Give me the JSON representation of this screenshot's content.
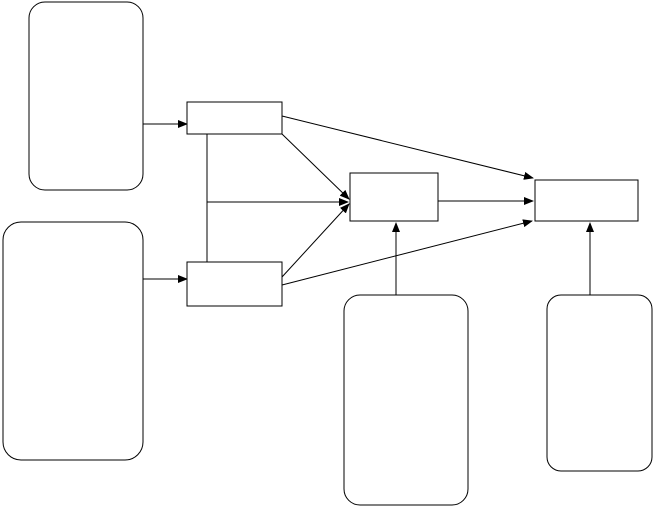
{
  "diagram": {
    "stroke_color": "#000000",
    "background_color": "#ffffff",
    "nodes": [
      {
        "id": "top-left-rounded-box",
        "shape": "rounded-rectangle",
        "label": ""
      },
      {
        "id": "bottom-left-rounded-box",
        "shape": "rounded-rectangle",
        "label": ""
      },
      {
        "id": "upper-middle-box",
        "shape": "rectangle",
        "label": ""
      },
      {
        "id": "lower-middle-box",
        "shape": "rectangle",
        "label": ""
      },
      {
        "id": "center-box",
        "shape": "rectangle",
        "label": ""
      },
      {
        "id": "right-box",
        "shape": "rectangle",
        "label": ""
      },
      {
        "id": "bottom-center-rounded-box",
        "shape": "rounded-rectangle",
        "label": ""
      },
      {
        "id": "bottom-right-rounded-box",
        "shape": "rounded-rectangle",
        "label": ""
      }
    ],
    "edges": [
      {
        "from": "top-left-rounded-box",
        "to": "upper-middle-box",
        "arrow": true
      },
      {
        "from": "bottom-left-rounded-box",
        "to": "lower-middle-box",
        "arrow": true
      },
      {
        "from": "upper-middle-box",
        "to": "lower-middle-box",
        "arrow": false
      },
      {
        "from": "upper-middle-box",
        "to": "center-box",
        "arrow": true
      },
      {
        "from": "lower-middle-box",
        "to": "center-box",
        "arrow": true
      },
      {
        "from": "upper-middle-box",
        "to": "right-box",
        "arrow": true
      },
      {
        "from": "lower-middle-box",
        "to": "right-box",
        "arrow": true
      },
      {
        "from": "center-box",
        "to": "right-box",
        "arrow": true
      },
      {
        "from": "bottom-center-rounded-box",
        "to": "center-box",
        "arrow": true
      },
      {
        "from": "bottom-right-rounded-box",
        "to": "right-box",
        "arrow": true
      }
    ]
  }
}
